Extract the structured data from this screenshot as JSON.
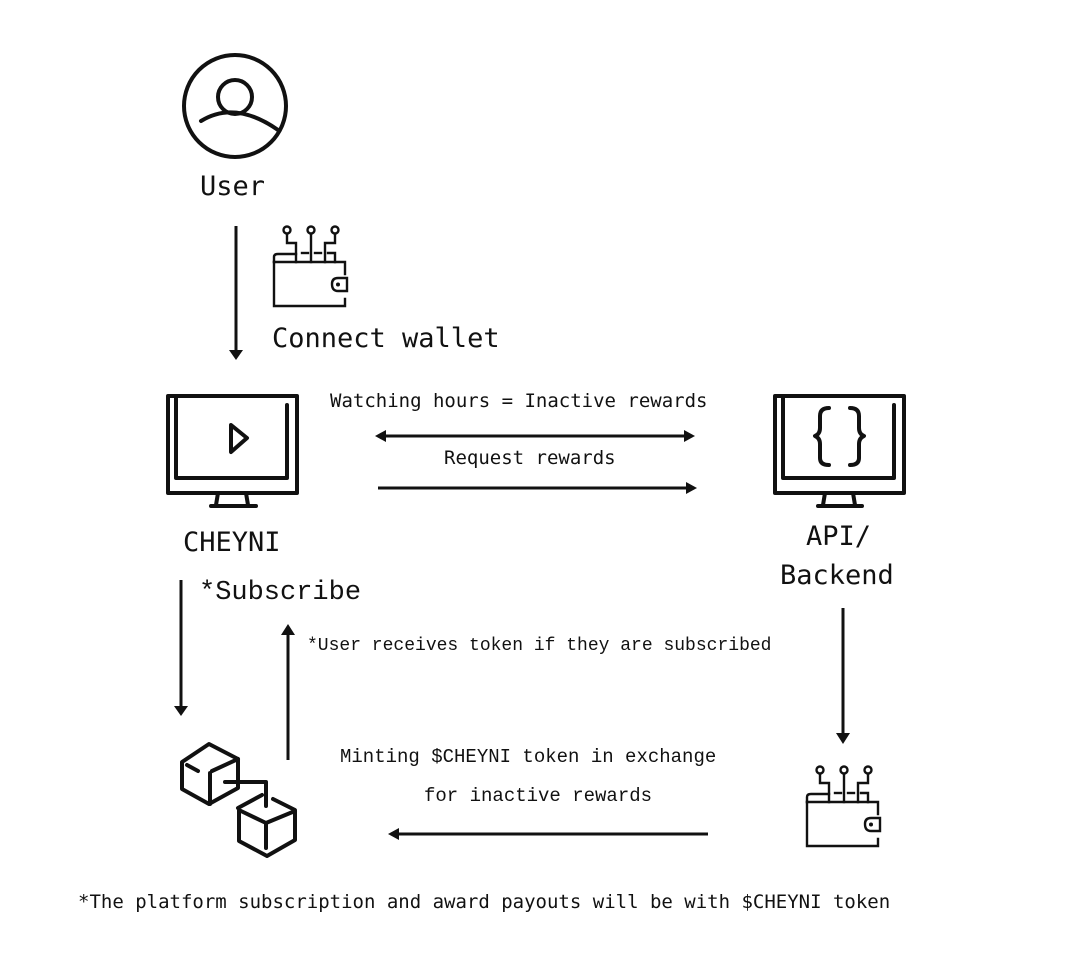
{
  "diagram": {
    "nodes": {
      "user": {
        "label": "User",
        "icon": "user-avatar-icon"
      },
      "wallet_connect": {
        "label": "Connect wallet",
        "icon": "crypto-wallet-icon"
      },
      "cheyni": {
        "label": "CHEYNI",
        "icon": "monitor-play-icon"
      },
      "api": {
        "label_line1": "API/",
        "label_line2": "Backend",
        "icon": "monitor-code-icon"
      },
      "blockchain": {
        "icon": "blockchain-cubes-icon"
      },
      "wallet_bottom": {
        "icon": "crypto-wallet-icon"
      }
    },
    "edges": {
      "watching": {
        "label": "Watching hours = Inactive rewards",
        "direction": "bidirectional"
      },
      "request": {
        "label": "Request rewards",
        "direction": "right"
      },
      "subscribe": {
        "label": "*Subscribe"
      },
      "user_receives": {
        "label": "*User receives token if they are subscribed"
      },
      "minting": {
        "label_line1": "Minting $CHEYNI token in exchange",
        "label_line2": "for inactive rewards",
        "direction": "left"
      }
    },
    "footnote": "*The platform subscription and award payouts will be with $CHEYNI token"
  }
}
